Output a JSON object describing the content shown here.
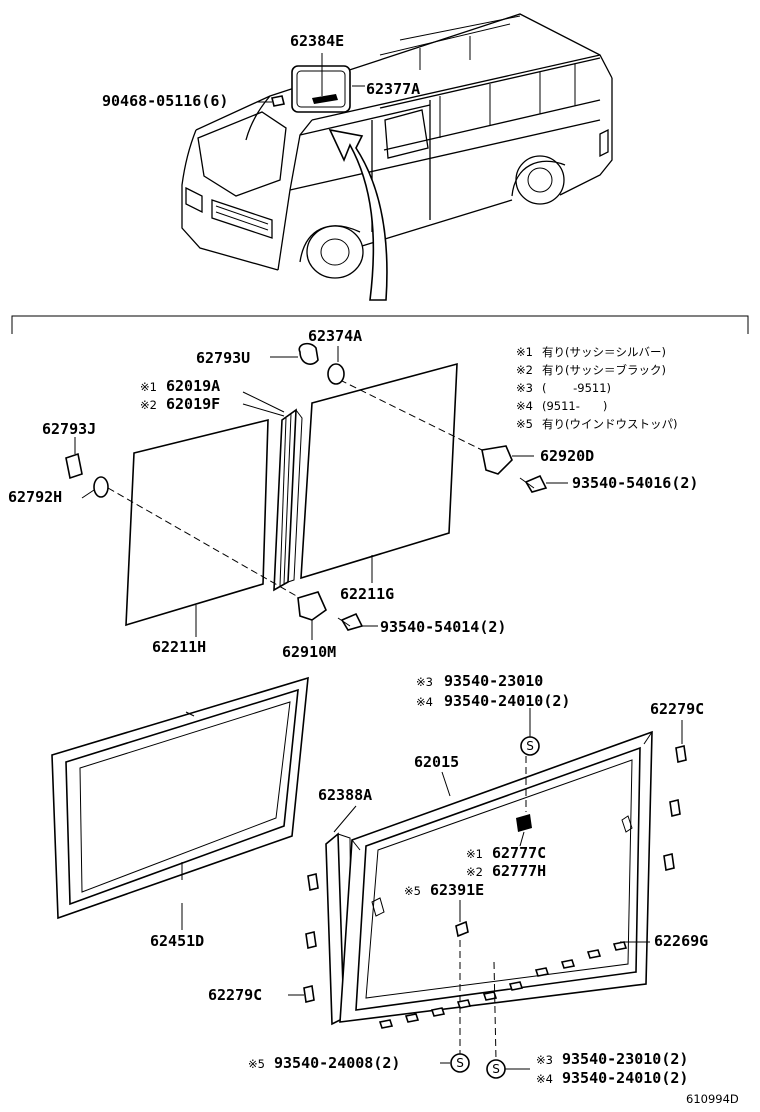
{
  "diagram_code": "610994D",
  "top_labels": {
    "p62384e": "62384E",
    "p62377a": "62377A",
    "p90468": "90468-05116(6)"
  },
  "mid_labels": {
    "p62374a": "62374A",
    "p62793u": "62793U",
    "m1": "※1",
    "p62019a": "62019A",
    "m2": "※2",
    "p62019f": "62019F",
    "p62793j": "62793J",
    "p62792h": "62792H",
    "p62920d": "62920D",
    "p93540_54016": "93540-54016(2)",
    "p62211g": "62211G",
    "p93540_54014": "93540-54014(2)",
    "p62211h": "62211H",
    "p62910m": "62910M"
  },
  "notes": [
    {
      "mark": "※1",
      "text": "有り(サッシ＝シルバー)"
    },
    {
      "mark": "※2",
      "text": "有り(サッシ＝ブラック)"
    },
    {
      "mark": "※3",
      "text": "(　　 -9511)"
    },
    {
      "mark": "※4",
      "text": "(9511-　　)"
    },
    {
      "mark": "※5",
      "text": "有り(ウインドウストッパ)"
    }
  ],
  "bottom_labels": {
    "m3a": "※3",
    "p93540_23010": "93540-23010",
    "m4a": "※4",
    "p93540_24010": "93540-24010(2)",
    "p62279c_top": "62279C",
    "p62015": "62015",
    "p62388a": "62388A",
    "m1b": "※1",
    "p62777c": "62777C",
    "m2b": "※2",
    "p62777h": "62777H",
    "m5a": "※5",
    "p62391e": "62391E",
    "p62451d": "62451D",
    "p62269g": "62269G",
    "p62279c_bottom": "62279C",
    "m5b": "※5",
    "p93540_24008": "93540-24008(2)",
    "m3b": "※3",
    "p93540_23010_2": "93540-23010(2)",
    "m4b": "※4",
    "p93540_24010_2": "93540-24010(2)"
  },
  "screw_symbol": "S"
}
